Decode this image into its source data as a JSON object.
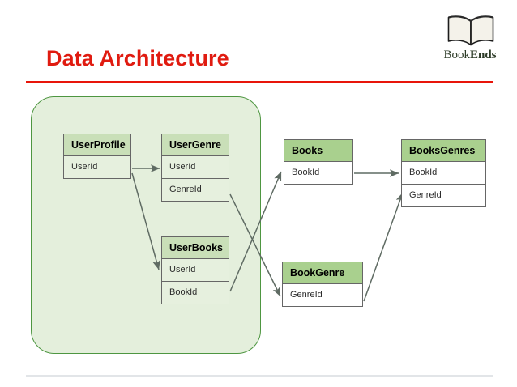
{
  "slide": {
    "title": "Data Architecture",
    "title_color": "#e01b10",
    "rule_color": "#e8150a",
    "footer_rule_color": "#e2e5e8",
    "background": "#ffffff"
  },
  "logo": {
    "icon": "open-book-icon",
    "text_primary": "Book",
    "text_secondary": "Ends",
    "color": "#2c3b27"
  },
  "group_container": {
    "label": "user-domain-group",
    "fill": "#e4efdc",
    "border": "#4e9641"
  },
  "diagram": {
    "type": "entity-relationship",
    "header_fill_outside": "#a9d08e",
    "header_fill_inside": "#c9dfb8",
    "row_fill_outside": "#ffffff",
    "row_fill_inside": "#e6f0de",
    "border_color": "#666666",
    "connector_color": "#5f6b63",
    "entities": [
      {
        "id": "userprofile",
        "name": "UserProfile",
        "inside_group": true,
        "fields": [
          "UserId"
        ]
      },
      {
        "id": "usergenre",
        "name": "UserGenre",
        "inside_group": true,
        "fields": [
          "UserId",
          "GenreId"
        ]
      },
      {
        "id": "userbooks",
        "name": "UserBooks",
        "inside_group": true,
        "fields": [
          "UserId",
          "BookId"
        ]
      },
      {
        "id": "books",
        "name": "Books",
        "inside_group": false,
        "fields": [
          "BookId"
        ]
      },
      {
        "id": "booksgenres",
        "name": "BooksGenres",
        "inside_group": false,
        "fields": [
          "BookId",
          "GenreId"
        ]
      },
      {
        "id": "bookgenre",
        "name": "BookGenre",
        "inside_group": false,
        "fields": [
          "GenreId"
        ]
      }
    ],
    "relationships": [
      {
        "from": "UserProfile.UserId",
        "to": "UserGenre.UserId"
      },
      {
        "from": "UserProfile.UserId",
        "to": "UserBooks.UserId"
      },
      {
        "from": "Books.BookId",
        "to": "BooksGenres.BookId"
      },
      {
        "from": "UserBooks.BookId",
        "to": "Books.BookId"
      },
      {
        "from": "UserGenre.GenreId",
        "to": "BookGenre.GenreId"
      },
      {
        "from": "BookGenre.GenreId",
        "to": "BooksGenres.GenreId"
      }
    ]
  }
}
